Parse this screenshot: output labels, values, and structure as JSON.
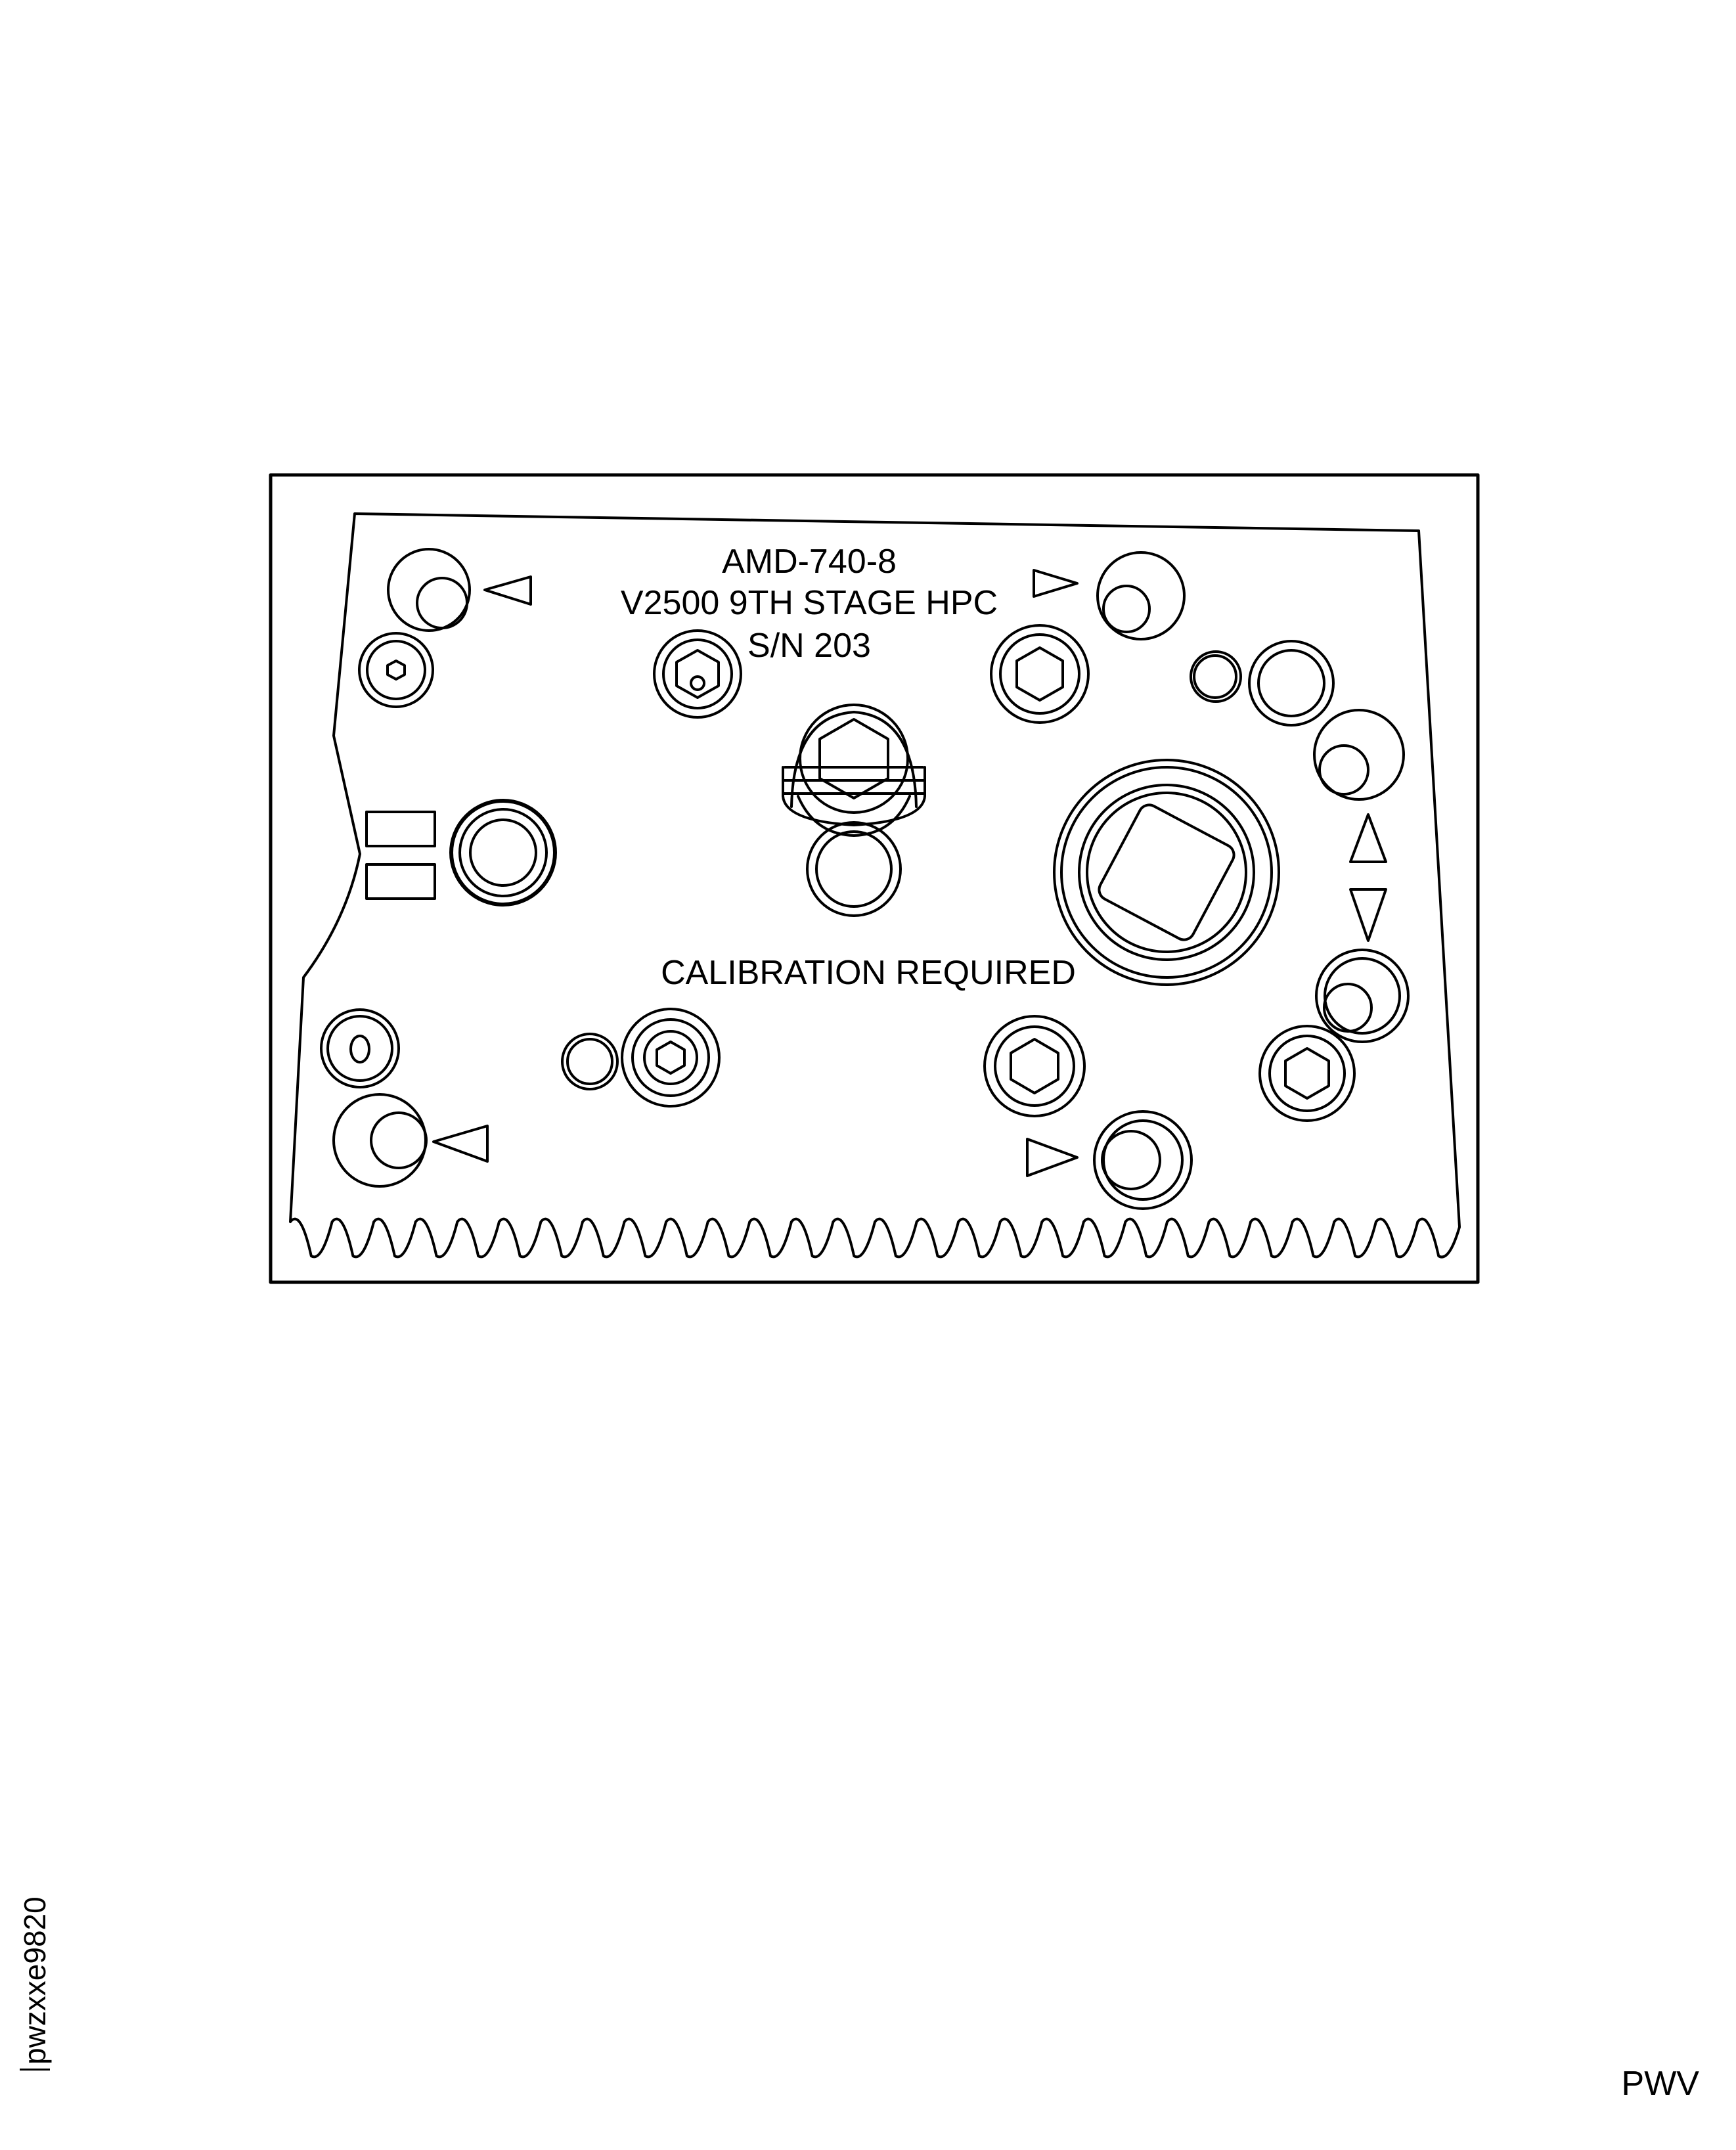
{
  "plate": {
    "part_number": "AMD-740-8",
    "description": "V2500 9TH STAGE HPC",
    "serial": "S/N 203",
    "notice": "CALIBRATION REQUIRED"
  },
  "figure_id": "pwzxxe9820",
  "corner_tag": "PWV",
  "colors": {
    "line": "#000000",
    "background": "#ffffff"
  },
  "icons": [
    "hex-socket-screw-icon",
    "bore-hole-icon",
    "direction-arrow-icon",
    "square-drive-icon"
  ]
}
